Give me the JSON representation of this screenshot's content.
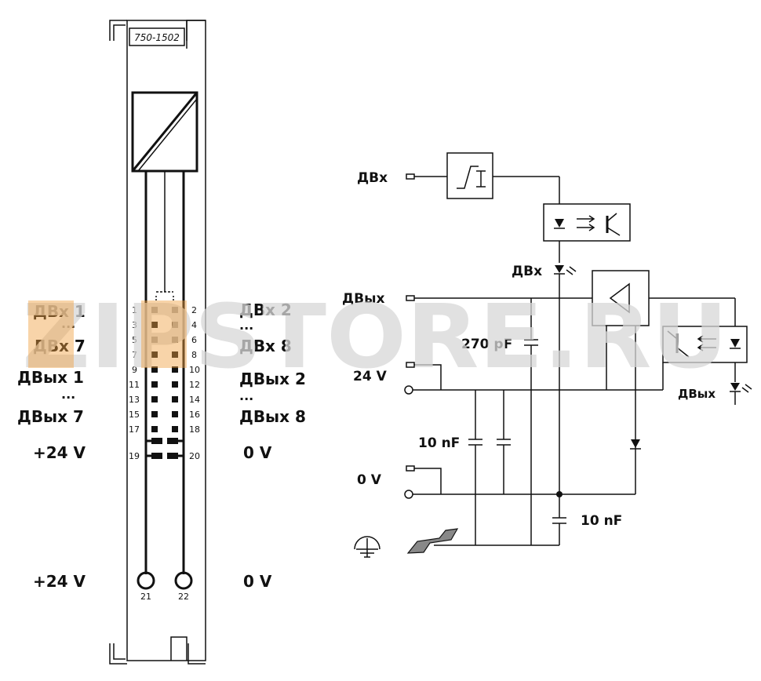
{
  "module": {
    "model": "750-1502"
  },
  "pins": [
    "1",
    "2",
    "3",
    "4",
    "5",
    "6",
    "7",
    "8",
    "9",
    "10",
    "11",
    "12",
    "13",
    "14",
    "15",
    "16",
    "17",
    "18",
    "19",
    "20",
    "21",
    "22"
  ],
  "left_labels": {
    "din1": "ДВх 1",
    "dots1": "...",
    "din7": "ДВх 7",
    "dout1": "ДВых 1",
    "dots2": "...",
    "dout7": "ДВых 7",
    "p24a": "+24 V",
    "p24b": "+24 V"
  },
  "right_labels": {
    "din2": "ДВх 2",
    "dots1": "...",
    "din8": "ДВх 8",
    "dout2": "ДВых 2",
    "dots2": "...",
    "dout8": "ДВых 8",
    "z0a": "0 V",
    "z0b": "0 V"
  },
  "schematic": {
    "din_in": "ДВх",
    "din_led": "ДВх",
    "dout_in": "ДВых",
    "dout_led": "ДВых",
    "v24": "24 V",
    "v0": "0 V",
    "cap_270": "270 pF",
    "cap_10a": "10 nF",
    "cap_10b": "10 nF"
  },
  "watermark": {
    "text": "ZIPSTORE.RU",
    "accent_color": "#f0a040",
    "gray_color": "#d0d0d0"
  }
}
